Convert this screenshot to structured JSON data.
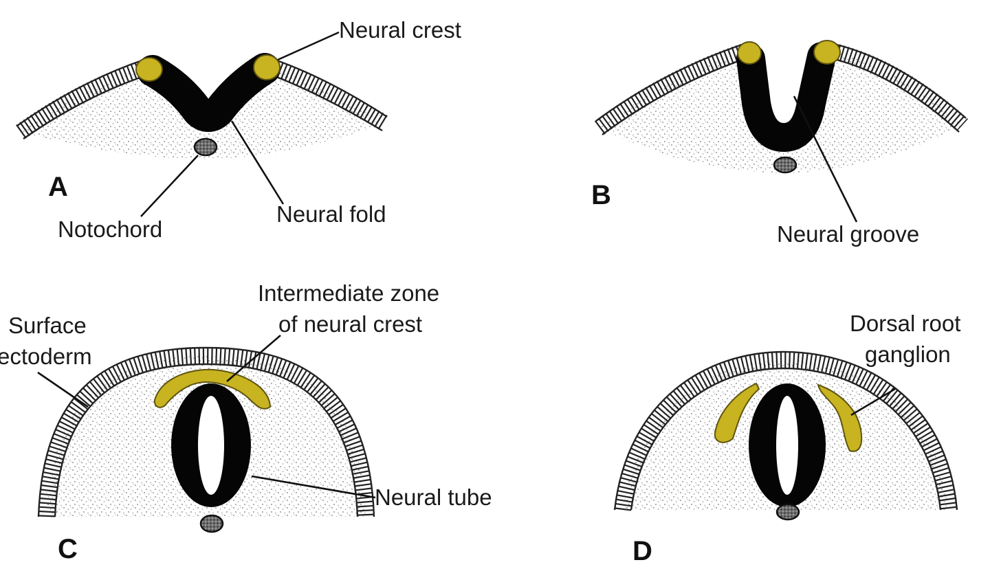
{
  "panels": {
    "a": {
      "letter": "A",
      "labels": {
        "neural_crest": "Neural crest",
        "neural_fold": "Neural fold",
        "notochord": "Notochord"
      }
    },
    "b": {
      "letter": "B",
      "labels": {
        "neural_groove": "Neural groove"
      }
    },
    "c": {
      "letter": "C",
      "labels": {
        "intermediate_zone_line1": "Intermediate zone",
        "intermediate_zone_line2": "of neural crest",
        "surface_ectoderm_line1": "Surface",
        "surface_ectoderm_line2": "ectoderm",
        "neural_tube": "Neural tube"
      }
    },
    "d": {
      "letter": "D",
      "labels": {
        "dorsal_root_line1": "Dorsal root",
        "dorsal_root_line2": "ganglion"
      }
    }
  },
  "colors": {
    "neural_crest": "#c8b320",
    "neural_tissue": "#050505",
    "mesoderm_stipple": "#8a8a8a",
    "background": "#ffffff"
  }
}
